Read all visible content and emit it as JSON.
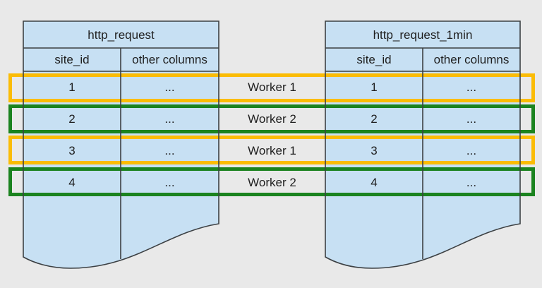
{
  "diagram": {
    "description": "Two database tables partitioned across workers",
    "background": "#e9e9e9"
  },
  "colors": {
    "table_fill": "#c7e0f3",
    "table_stroke": "#3c4043",
    "text": "#1f1f1f",
    "worker1_box": "#fbbc05",
    "worker2_box": "#1b831f"
  },
  "tables": [
    {
      "title": "http_request",
      "columns": [
        "site_id",
        "other columns"
      ],
      "rows": [
        [
          "1",
          "..."
        ],
        [
          "2",
          "..."
        ],
        [
          "3",
          "..."
        ],
        [
          "4",
          "..."
        ]
      ]
    },
    {
      "title": "http_request_1min",
      "columns": [
        "site_id",
        "other columns"
      ],
      "rows": [
        [
          "1",
          "..."
        ],
        [
          "2",
          "..."
        ],
        [
          "3",
          "..."
        ],
        [
          "4",
          "..."
        ]
      ]
    }
  ],
  "workers": [
    {
      "label": "Worker 1"
    },
    {
      "label": "Worker 2"
    },
    {
      "label": "Worker 1"
    },
    {
      "label": "Worker 2"
    }
  ]
}
